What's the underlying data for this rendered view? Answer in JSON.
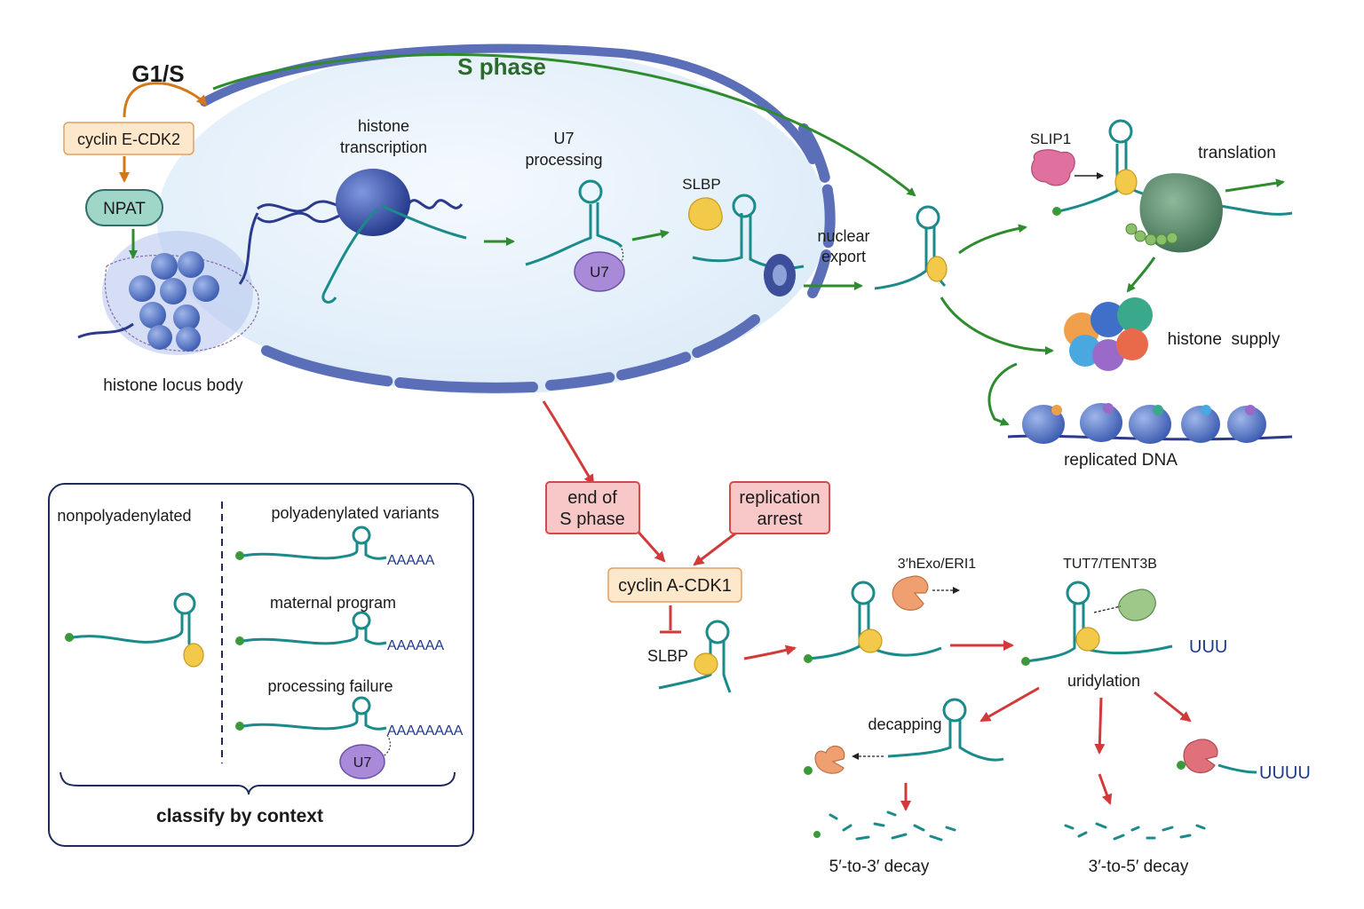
{
  "cell_cycle": {
    "g1s": "G1/S",
    "s_phase": "S phase",
    "cyclin_e": "cyclin E-CDK2",
    "npat": "NPAT",
    "hlb": "histone locus body"
  },
  "nucleus": {
    "transcription": [
      "histone",
      "transcription"
    ],
    "u7_processing": [
      "U7",
      "processing"
    ],
    "u7": "U7",
    "slbp": "SLBP",
    "export": [
      "nuclear",
      "export"
    ]
  },
  "cytoplasm": {
    "slip1": "SLIP1",
    "translation": "translation",
    "histone_supply": "histone  supply",
    "replicated_dna": "replicated DNA"
  },
  "degradation": {
    "end_s": [
      "end of",
      "S phase"
    ],
    "replication_arrest": [
      "replication",
      "arrest"
    ],
    "cyclin_a": "cyclin A-CDK1",
    "slbp": "SLBP",
    "exo": "3′hExo/ERI1",
    "tut": "TUT7/TENT3B",
    "uridylation": "uridylation",
    "uuu1": "UUU",
    "uuu2": "UUUU",
    "decapping": "decapping",
    "decay53": "5′-to-3′ decay",
    "decay35": "3′-to-5′ decay"
  },
  "legend": {
    "nonpoly": "nonpolyadenylated",
    "polyvar": "polyadenylated variants",
    "a5": "AAAAA",
    "maternal": "maternal program",
    "a6": "AAAAAA",
    "failure": "processing failure",
    "a8": "AAAAAAAA",
    "u7": "U7",
    "classify": "classify by context"
  },
  "colors": {
    "green_arrow": "#2e8b2e",
    "red_arrow": "#d23a3a",
    "orange_arrow": "#d4781a",
    "mrna": "#1a8a8a",
    "slbp": "#f3c94a",
    "nucleus_fill": "#eaf3fb",
    "envelope": "#5b6fb8"
  }
}
